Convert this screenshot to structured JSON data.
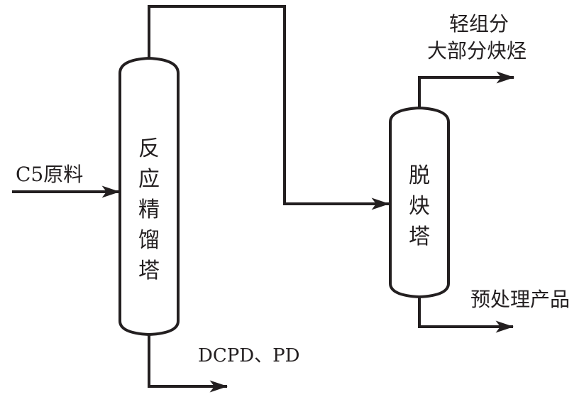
{
  "diagram": {
    "title": "",
    "colors": {
      "stroke": "#231f20",
      "background": "#ffffff"
    },
    "units": [
      {
        "id": "reactive-distillation-column",
        "label": "反应精馏塔",
        "chars": [
          "反",
          "应",
          "精",
          "馏",
          "塔"
        ]
      },
      {
        "id": "alkyne-removal-column",
        "label": "脱炔塔",
        "chars": [
          "脱",
          "炔",
          "塔"
        ]
      }
    ],
    "streams": {
      "feed": "C5原料",
      "bottom_product_1": "DCPD、PD",
      "top_product_2_line1": "轻组分",
      "top_product_2_line2": "大部分炔烃",
      "bottom_product_2": "预处理产品"
    },
    "connections": [
      {
        "from": "feed",
        "to": "reactive-distillation-column"
      },
      {
        "from": "reactive-distillation-column",
        "to": "alkyne-removal-column",
        "via": "overhead"
      },
      {
        "from": "reactive-distillation-column",
        "to": "bottom_product_1",
        "via": "bottoms"
      },
      {
        "from": "alkyne-removal-column",
        "to": "top_product_2",
        "via": "overhead"
      },
      {
        "from": "alkyne-removal-column",
        "to": "bottom_product_2",
        "via": "bottoms"
      }
    ]
  }
}
